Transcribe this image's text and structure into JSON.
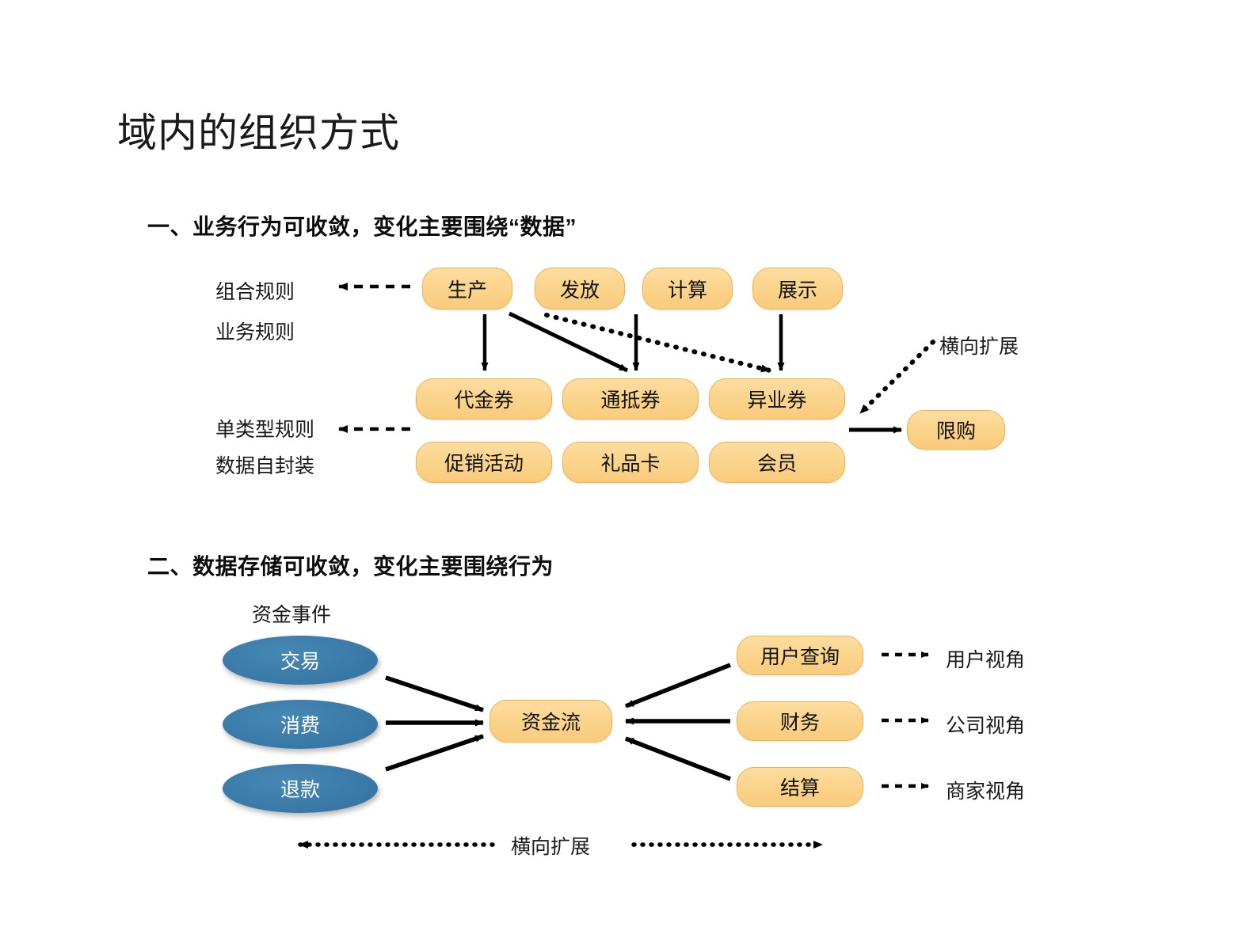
{
  "slide": {
    "title": "域内的组织方式"
  },
  "section1": {
    "heading": "一、业务行为可收敛，变化主要围绕“数据”",
    "left_labels": [
      {
        "text": "组合规则"
      },
      {
        "text": "业务规则"
      },
      {
        "text": "单类型规则"
      },
      {
        "text": "数据自封装"
      }
    ],
    "behavior_nodes": [
      {
        "text": "生产"
      },
      {
        "text": "发放"
      },
      {
        "text": "计算"
      },
      {
        "text": "展示"
      }
    ],
    "coupon_nodes": [
      {
        "text": "代金券"
      },
      {
        "text": "通抵券"
      },
      {
        "text": "异业券"
      }
    ],
    "data_nodes": [
      {
        "text": "促销活动"
      },
      {
        "text": "礼品卡"
      },
      {
        "text": "会员"
      }
    ],
    "extension_label": "横向扩展",
    "extension_node": {
      "text": "限购"
    }
  },
  "section2": {
    "heading": "二、数据存储可收敛，变化主要围绕行为",
    "source_label": "资金事件",
    "events": [
      {
        "text": "交易"
      },
      {
        "text": "消费"
      },
      {
        "text": "退款"
      }
    ],
    "center": {
      "text": "资金流"
    },
    "consumers": [
      {
        "text": "用户查询"
      },
      {
        "text": "财务"
      },
      {
        "text": "结算"
      }
    ],
    "views": [
      {
        "text": "用户视角"
      },
      {
        "text": "公司视角"
      },
      {
        "text": "商家视角"
      }
    ],
    "extension_label": "横向扩展"
  },
  "colors": {
    "node_fill": "#FBD38A",
    "node_border": "#F0B24A",
    "ellipse_fill": "#3A7AA8",
    "text": "#111111",
    "arrow": "#000000",
    "background": "#FFFFFF"
  }
}
